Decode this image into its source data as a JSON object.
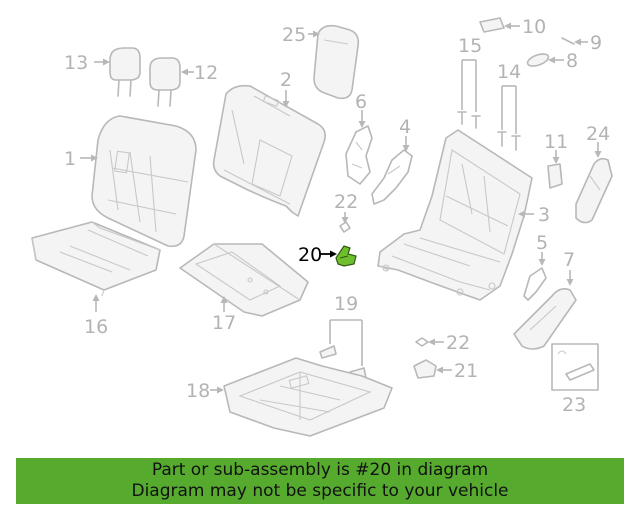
{
  "callouts": {
    "c1": "1",
    "c2": "2",
    "c3": "3",
    "c4": "4",
    "c5": "5",
    "c6": "6",
    "c7": "7",
    "c8": "8",
    "c9": "9",
    "c10": "10",
    "c11": "11",
    "c12": "12",
    "c13": "13",
    "c14": "14",
    "c15": "15",
    "c16": "16",
    "c17": "17",
    "c18": "18",
    "c19": "19",
    "c20": "20",
    "c21": "21",
    "c22a": "22",
    "c22b": "22",
    "c23": "23",
    "c24": "24",
    "c25": "25"
  },
  "highlighted_part": "20",
  "colors": {
    "highlight": "#6fbe2e",
    "banner": "#56ab2f",
    "line": "#b8b8b8"
  },
  "banner": {
    "line1": "Part or sub-assembly is #20 in diagram",
    "line2": "Diagram may not be specific to your vehicle"
  }
}
